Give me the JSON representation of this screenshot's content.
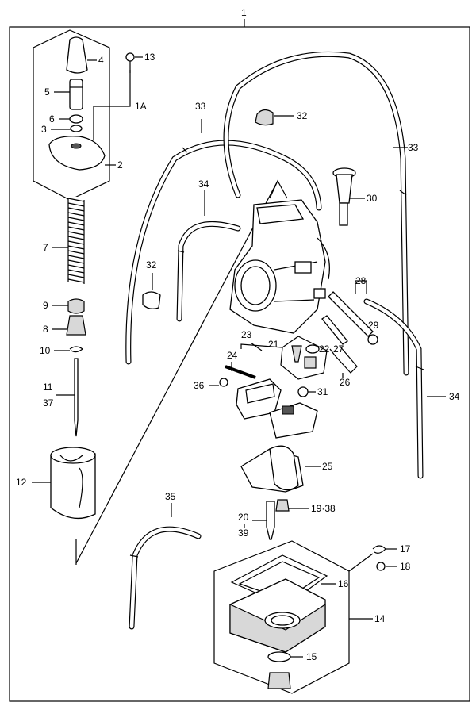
{
  "labels": {
    "l1": "1",
    "l1A": "1A",
    "l2": "2",
    "l3": "3",
    "l4": "4",
    "l5": "5",
    "l6": "6",
    "l7": "7",
    "l8": "8",
    "l9": "9",
    "l10": "10",
    "l11": "11",
    "l12": "12",
    "l13": "13",
    "l14": "14",
    "l15": "15",
    "l16": "16",
    "l17": "17",
    "l18": "18",
    "l19_38": "19·38",
    "l20": "20",
    "l21": "21",
    "l22": "22",
    "l23": "23",
    "l24": "24",
    "l25": "25",
    "l26": "26",
    "l27": "27",
    "l28": "28",
    "l29": "29",
    "l30": "30",
    "l31": "31",
    "l32a": "32",
    "l32b": "32",
    "l33a": "33",
    "l33b": "33",
    "l34a": "34",
    "l34b": "34",
    "l35": "35",
    "l36": "36",
    "l37": "37",
    "l39": "39"
  }
}
